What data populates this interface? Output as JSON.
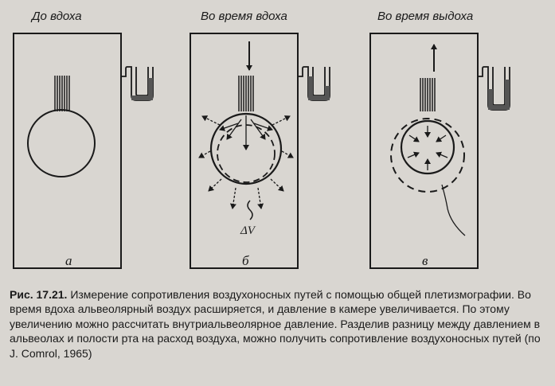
{
  "figure": {
    "panels": [
      {
        "title": "До вдоха",
        "letter": "а"
      },
      {
        "title": "Во время вдоха",
        "letter": "б",
        "annotation": "ΔV"
      },
      {
        "title": "Во время выдоха",
        "letter": "в"
      }
    ]
  },
  "caption": {
    "figure_number": "Рис. 17.21.",
    "text": "Измерение сопротивления воздухоносных путей с помощью общей плетизмографии. Во время вдоха альвеолярный воздух расширяется, и давление в камере увеличивается. По этому увеличению можно рассчитать внутриальвеолярное давление. Разделив разницу между давлением в альвеолах и полости рта на расход воздуха, можно получить сопротивление воздухоносных путей (по J. Comrol, 1965)"
  },
  "colors": {
    "background": "#d9d6d1",
    "ink": "#1a1a1a"
  },
  "icons": [
    "up-arrow-icon",
    "down-arrow-icon",
    "expansion-arrow-icon",
    "compression-arrow-icon"
  ]
}
